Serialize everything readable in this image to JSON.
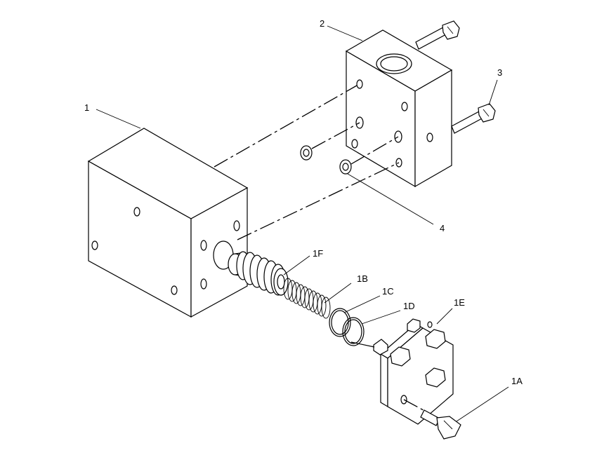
{
  "callouts": {
    "c1": "1",
    "c2": "2",
    "c3": "3",
    "c4": "4",
    "c1F": "1F",
    "c1B": "1B",
    "c1C": "1C",
    "c1D": "1D",
    "c1E": "1E",
    "c1A": "1A"
  }
}
